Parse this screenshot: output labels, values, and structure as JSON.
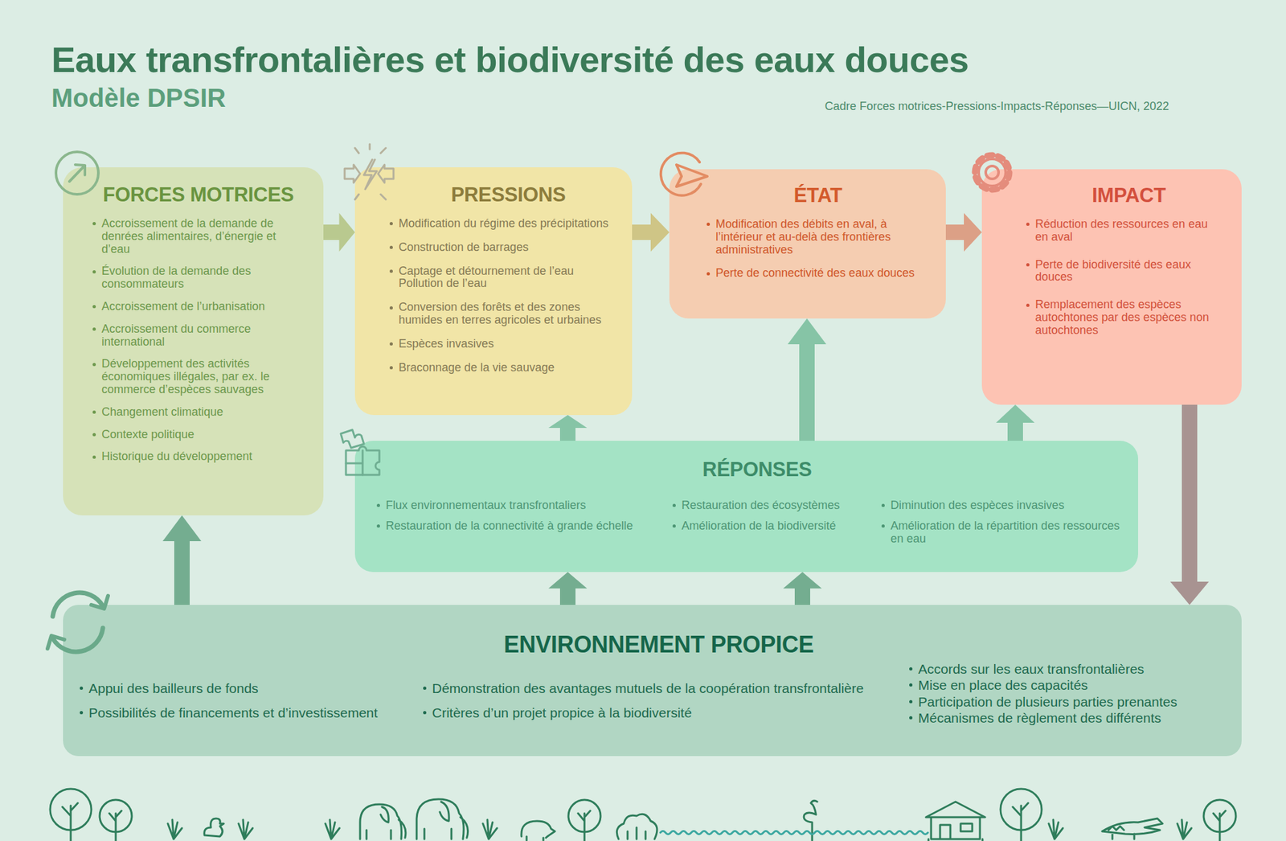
{
  "diagram": {
    "title": "Eaux transfrontalières et biodiversité des eaux douces",
    "caption": "Cadre Forces motrices-Pressions-Impacts-Réponses—UICN, 2022",
    "labels": [
      "Modèle DPSIR"
    ],
    "nodes": [
      {
        "text": [
          "FORCES MOTRICES",
          "Accroissement de la demande de denrées alimentaires, d’énergie et d’eau",
          "Évolution de la demande des consommateurs",
          "Accroissement de l’urbanisation",
          "Accroissement du commerce international",
          "Développement des activités économiques illégales, par ex. le commerce d’espèces sauvages",
          "Changement climatique",
          "Contexte politique",
          "Historique du développement"
        ]
      },
      {
        "text": [
          "PRESSIONS",
          "Modification du régime des précipitations",
          "Construction de barrages",
          "Captage et détournement de l’eau Pollution de l’eau",
          "Conversion des forêts et des zones humides en terres agricoles et urbaines",
          "Espèces invasives",
          "Braconnage de la vie sauvage"
        ]
      },
      {
        "text": [
          "ÉTAT",
          "Modification des débits en aval, à l’intérieur et au-delà des frontières administratives",
          "Perte de connectivité des eaux douces"
        ]
      },
      {
        "text": [
          "IMPACT",
          "Réduction des ressources en eau en aval",
          "Perte de biodiversité des eaux douces",
          "Remplacement des espèces autochtones par des espèces non autochtones"
        ]
      },
      {
        "text": [
          "RÉPONSES",
          "Flux environnementaux transfrontaliers",
          "Restauration de la connectivité à grande échelle",
          "Restauration des écosystèmes",
          "Amélioration de la biodiversité",
          "Diminution des espèces invasives",
          "Amélioration de la répartition des ressources en eau"
        ]
      },
      {
        "text": [
          "ENVIRONNEMENT PROPICE",
          "Appui des bailleurs de fonds",
          "Possibilités de financements et d’investissement",
          "Démonstration des avantages mutuels de la coopération transfrontalière",
          "Critères d’un projet propice à la biodiversité",
          "Accords sur les eaux transfrontalières",
          "Mise en place des capacités",
          "Participation de plusieurs parties prenantes",
          "Mécanismes de règlement des différents"
        ]
      }
    ],
    "edges": [
      {
        "from": 0,
        "to": 1,
        "arrow": "to"
      },
      {
        "from": 1,
        "to": 2,
        "arrow": "to"
      },
      {
        "from": 2,
        "to": 3,
        "arrow": "to"
      },
      {
        "from": 4,
        "to": 1,
        "arrow": "to"
      },
      {
        "from": 4,
        "to": 2,
        "arrow": "to"
      },
      {
        "from": 4,
        "to": 3,
        "arrow": "to"
      },
      {
        "from": 5,
        "to": 0,
        "arrow": "to"
      },
      {
        "from": 5,
        "to": 4,
        "arrow": "to"
      },
      {
        "from": 5,
        "to": 4,
        "arrow": "to"
      },
      {
        "from": 3,
        "to": 5,
        "arrow": "to"
      }
    ]
  }
}
